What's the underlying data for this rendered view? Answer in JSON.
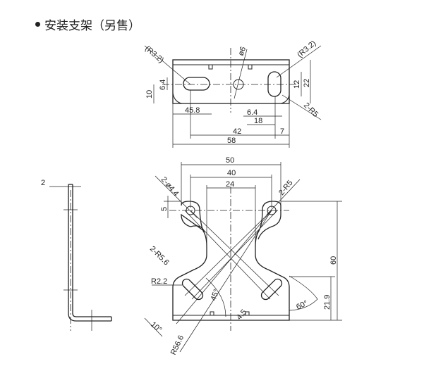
{
  "title": "安装支架（另售）",
  "top_view": {
    "labels": {
      "r_left": "(R3.2)",
      "r_right": "(R3.2)",
      "hole": "ø6",
      "h10": "10",
      "h6_4": "6.4",
      "h12": "12",
      "h22": "22",
      "w45_8": "45.8",
      "w6_4": "6.4",
      "w18": "18",
      "w42": "42",
      "w7": "7",
      "w58": "58",
      "r5": "2-R5"
    }
  },
  "side_view": {
    "labels": {
      "thickness": "2"
    }
  },
  "front_view": {
    "labels": {
      "w50": "50",
      "w40": "40",
      "w24": "24",
      "holes": "2-ø4.4",
      "r5": "2-R5",
      "h5": "5",
      "h60": "60",
      "h21_9": "21.9",
      "r5_6": "2-R5.6",
      "r2_2": "R2.2",
      "a45": "45°",
      "a60": "60°",
      "a10": "10°",
      "r56_6": "R56.6",
      "w4_5": "4.5"
    }
  }
}
